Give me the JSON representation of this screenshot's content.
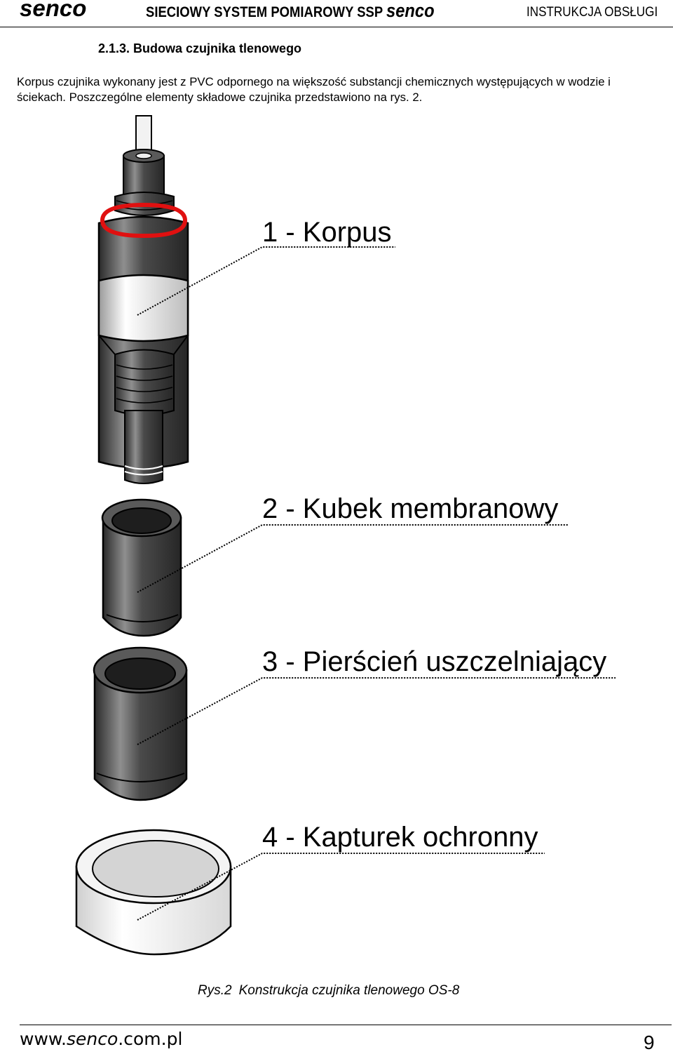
{
  "header": {
    "logo": "senco",
    "title": "SIECIOWY SYSTEM POMIAROWY SSP",
    "title_logo": "senco",
    "section": "INSTRUKCJA OBSŁUGI"
  },
  "section": {
    "heading": "2.1.3. Budowa czujnika tlenowego",
    "paragraph": "Korpus czujnika wykonany jest z PVC odpornego na większość substancji chemicznych występujących w wodzie i ściekach. Poszczególne elementy składowe czujnika przedstawiono na rys. 2."
  },
  "figure": {
    "callouts": [
      "1 - Korpus",
      "2 - Kubek membranowy",
      "3 - Pierścień uszczelniający",
      "4 - Kapturek ochronny"
    ],
    "caption_label": "Rys.2",
    "caption_text": "Konstrukcja czujnika tlenowego OS-8",
    "colors": {
      "body": "#3a3a3a",
      "highlight": "#8f8f8f",
      "band": "#e6e6e6",
      "o_ring": "#e01010",
      "cap": "#eeeeee"
    }
  },
  "footer": {
    "url_prefix": "www.",
    "url_logo": "senco",
    "url_suffix": ".com.pl",
    "page_number": "9"
  }
}
